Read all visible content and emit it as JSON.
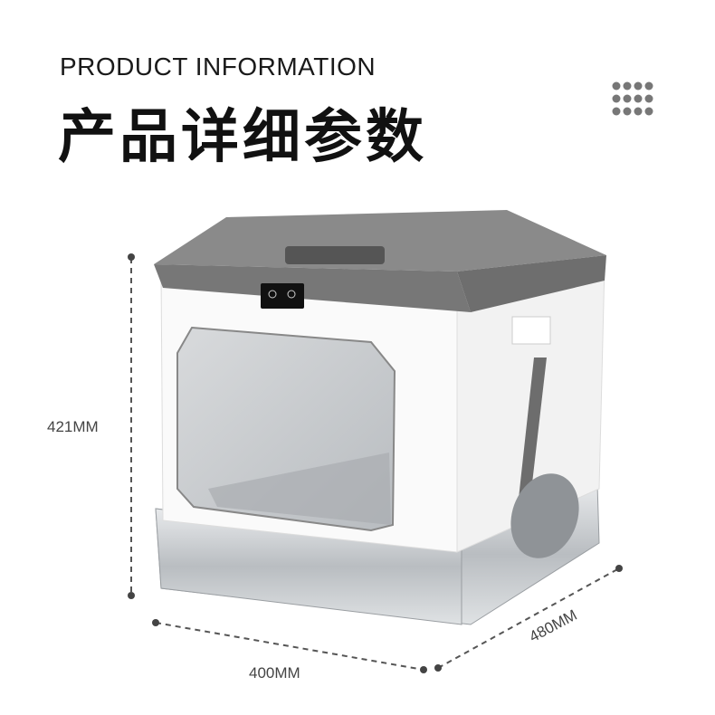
{
  "header": {
    "subtitle": "PRODUCT INFORMATION",
    "title": "产品详细参数",
    "decoration_icon": "dot-grid-icon"
  },
  "dimensions": {
    "height": "421MM",
    "width": "400MM",
    "depth": "480MM"
  },
  "colors": {
    "lid": "#808080",
    "body": "#ffffff",
    "tray": "#c8ccd0",
    "dots": "#777777"
  }
}
